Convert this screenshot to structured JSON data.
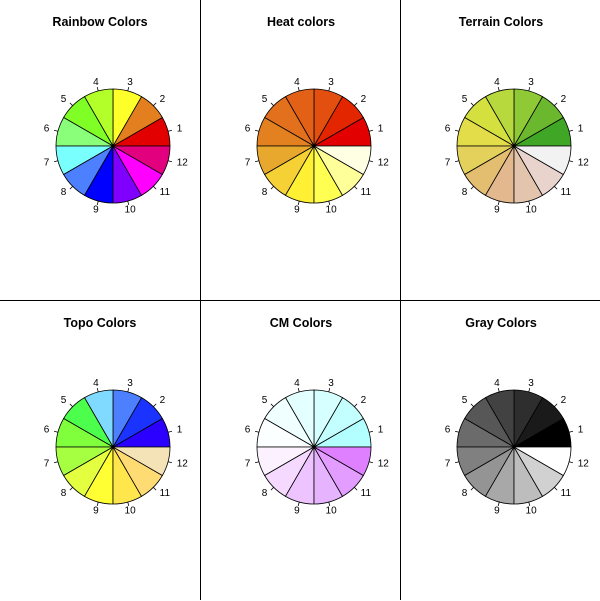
{
  "chart_data": [
    {
      "type": "pie",
      "title": "Rainbow Colors",
      "labels": [
        "1",
        "2",
        "3",
        "4",
        "5",
        "6",
        "7",
        "8",
        "9",
        "10",
        "11",
        "12"
      ],
      "values": [
        1,
        1,
        1,
        1,
        1,
        1,
        1,
        1,
        1,
        1,
        1,
        1
      ],
      "colors": [
        "#E30000",
        "#E37F1F",
        "#FFFF29",
        "#B3FF29",
        "#80FF26",
        "#8AFF7A",
        "#7AFFFF",
        "#4D80FF",
        "#0000FF",
        "#7F00FF",
        "#FF00FF",
        "#E3007F"
      ]
    },
    {
      "type": "pie",
      "title": "Heat colors",
      "labels": [
        "1",
        "2",
        "3",
        "4",
        "5",
        "6",
        "7",
        "8",
        "9",
        "10",
        "11",
        "12"
      ],
      "values": [
        1,
        1,
        1,
        1,
        1,
        1,
        1,
        1,
        1,
        1,
        1,
        1
      ],
      "colors": [
        "#E30000",
        "#E32600",
        "#E34F0F",
        "#E36117",
        "#E3701C",
        "#E3801F",
        "#E8A82E",
        "#F5D136",
        "#FFF033",
        "#FFFF52",
        "#FFFF99",
        "#FFFFE3"
      ]
    },
    {
      "type": "pie",
      "title": "Terrain Colors",
      "labels": [
        "1",
        "2",
        "3",
        "4",
        "5",
        "6",
        "7",
        "8",
        "9",
        "10",
        "11",
        "12"
      ],
      "values": [
        1,
        1,
        1,
        1,
        1,
        1,
        1,
        1,
        1,
        1,
        1,
        1
      ],
      "colors": [
        "#40A626",
        "#6BB82E",
        "#8FC936",
        "#B8D93D",
        "#D4E03D",
        "#E3DD4A",
        "#E3D15C",
        "#E3BD70",
        "#E3B88F",
        "#E3C4AD",
        "#E8D4CC",
        "#F2F2F2"
      ]
    },
    {
      "type": "pie",
      "title": "Topo Colors",
      "labels": [
        "1",
        "2",
        "3",
        "4",
        "5",
        "6",
        "7",
        "8",
        "9",
        "10",
        "11",
        "12"
      ],
      "values": [
        1,
        1,
        1,
        1,
        1,
        1,
        1,
        1,
        1,
        1,
        1,
        1
      ],
      "colors": [
        "#2B00FF",
        "#1A33FF",
        "#4D80FF",
        "#80D9FF",
        "#4DFF4D",
        "#80FF3D",
        "#A6FF40",
        "#E3FF40",
        "#FFFF33",
        "#FFE64D",
        "#FFDB73",
        "#F5E3B8"
      ]
    },
    {
      "type": "pie",
      "title": "CM Colors",
      "labels": [
        "1",
        "2",
        "3",
        "4",
        "5",
        "6",
        "7",
        "8",
        "9",
        "10",
        "11",
        "12"
      ],
      "values": [
        1,
        1,
        1,
        1,
        1,
        1,
        1,
        1,
        1,
        1,
        1,
        1
      ],
      "colors": [
        "#B3FFFF",
        "#C4FFFF",
        "#D6FFFF",
        "#E3FFFF",
        "#F0FFFF",
        "#FCFFFF",
        "#FCF2FF",
        "#F5D9FF",
        "#EDC4FF",
        "#E6B3FF",
        "#E39CFF",
        "#DE80FF"
      ]
    },
    {
      "type": "pie",
      "title": "Gray Colors",
      "labels": [
        "1",
        "2",
        "3",
        "4",
        "5",
        "6",
        "7",
        "8",
        "9",
        "10",
        "11",
        "12"
      ],
      "values": [
        1,
        1,
        1,
        1,
        1,
        1,
        1,
        1,
        1,
        1,
        1,
        1
      ],
      "colors": [
        "#000000",
        "#1A1A1A",
        "#2E2E2E",
        "#424242",
        "#575757",
        "#6B6B6B",
        "#808080",
        "#949494",
        "#A8A8A8",
        "#BDBDBD",
        "#D1D1D1",
        "#FFFFFF"
      ]
    }
  ]
}
